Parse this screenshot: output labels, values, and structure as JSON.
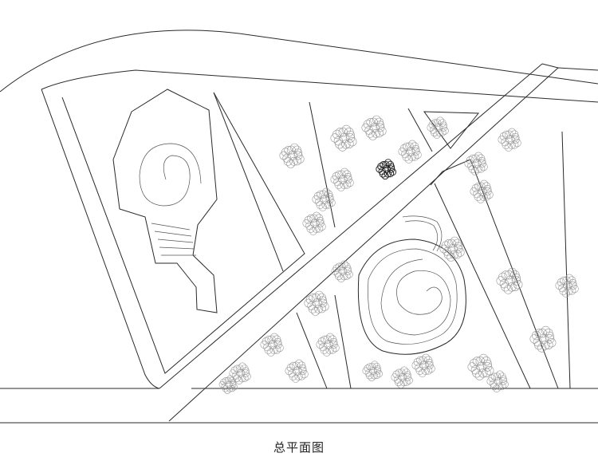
{
  "caption": "总平面图",
  "trees": [
    {
      "kind": "light"
    },
    {
      "kind": "light"
    },
    {
      "kind": "light"
    },
    {
      "kind": "light"
    },
    {
      "kind": "dark"
    },
    {
      "kind": "light"
    },
    {
      "kind": "light"
    },
    {
      "kind": "light"
    },
    {
      "kind": "light"
    },
    {
      "kind": "light"
    },
    {
      "kind": "light"
    },
    {
      "kind": "light"
    },
    {
      "kind": "light"
    },
    {
      "kind": "light"
    },
    {
      "kind": "light"
    },
    {
      "kind": "light"
    },
    {
      "kind": "light"
    },
    {
      "kind": "light"
    },
    {
      "kind": "light"
    },
    {
      "kind": "light"
    },
    {
      "kind": "light"
    },
    {
      "kind": "light"
    },
    {
      "kind": "light"
    },
    {
      "kind": "light"
    },
    {
      "kind": "light"
    },
    {
      "kind": "light"
    },
    {
      "kind": "light"
    },
    {
      "kind": "light"
    }
  ]
}
